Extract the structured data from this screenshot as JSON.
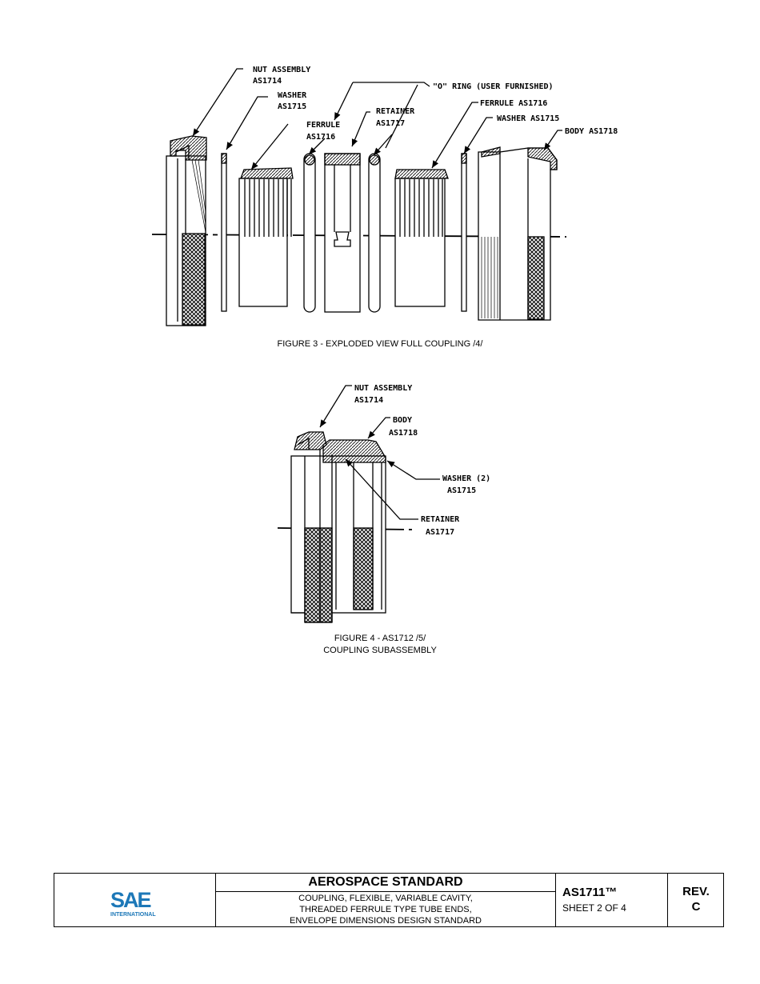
{
  "figure3": {
    "labels": {
      "nut_assembly": "NUT ASSEMBLY",
      "nut_assembly_num": "AS1714",
      "washer": "WASHER",
      "washer_num": "AS1715",
      "ferrule": "FERRULE",
      "ferrule_num": "AS1716",
      "o_ring": "\"O\" RING (USER FURNISHED)",
      "retainer": "RETAINER",
      "retainer_num": "AS1717",
      "ferrule_right": "FERRULE AS1716",
      "washer_right": "WASHER AS1715",
      "body": "BODY AS1718"
    },
    "caption": "FIGURE 3 - EXPLODED VIEW FULL COUPLING /4/"
  },
  "figure4": {
    "labels": {
      "nut_assembly": "NUT ASSEMBLY",
      "nut_assembly_num": "AS1714",
      "body": "BODY",
      "body_num": "AS1718",
      "washer": "WASHER (2)",
      "washer_num": "AS1715",
      "retainer": "RETAINER",
      "retainer_num": "AS1717"
    },
    "caption_line1": "FIGURE 4 - AS1712 /5/",
    "caption_line2": "COUPLING SUBASSEMBLY"
  },
  "title_block": {
    "logo_word": "SAE",
    "logo_sub": "INTERNATIONAL",
    "heading": "AEROSPACE STANDARD",
    "subtitle_lines": [
      "COUPLING, FLEXIBLE, VARIABLE CAVITY,",
      "THREADED FERRULE TYPE TUBE ENDS,",
      "ENVELOPE DIMENSIONS DESIGN STANDARD"
    ],
    "doc_number": "AS1711™",
    "sheet": "SHEET 2 OF 4",
    "rev_label": "REV.",
    "rev_value": "C",
    "brand_color": "#1d78b8"
  }
}
